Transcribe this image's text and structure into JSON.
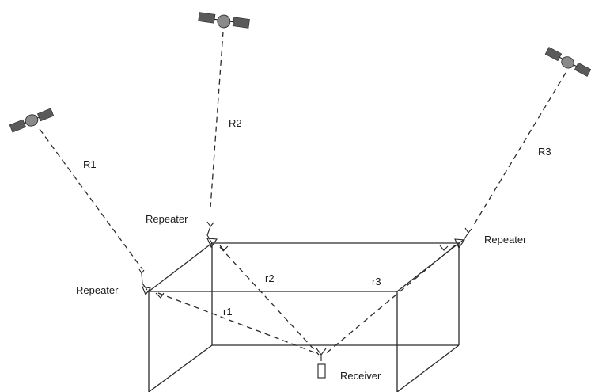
{
  "labels": {
    "r1_upper": "R1",
    "r2_upper": "R2",
    "r3_upper": "R3",
    "repeater_left": "Repeater",
    "repeater_top": "Repeater",
    "repeater_right": "Repeater",
    "r1_lower": "r1",
    "r2_lower": "r2",
    "r3_lower": "r3",
    "receiver": "Receiver"
  },
  "icons": {
    "satellite": "satellite-icon",
    "repeater": "repeater-antenna-icon",
    "receiver": "receiver-device-icon"
  }
}
